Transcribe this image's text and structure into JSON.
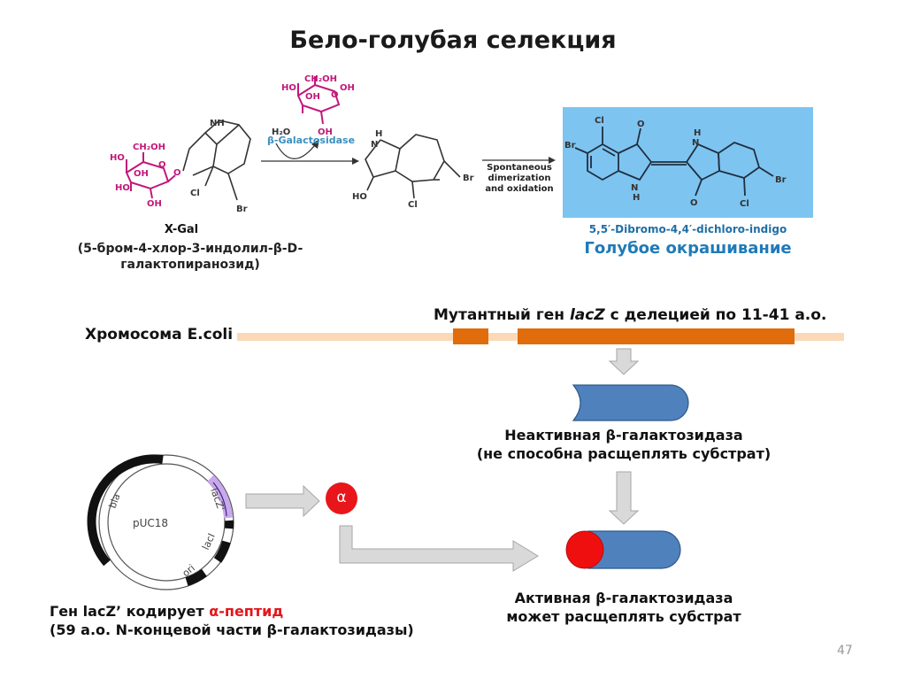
{
  "title": "Бело-голубая селекция",
  "reaction": {
    "substrate_name": "X-Gal",
    "substrate_fullname_line1": "(5-бром-4-хлор-3-индолил-β-D-",
    "substrate_fullname_line2": "галактопиранозид)",
    "water": "H₂O",
    "enzyme": "β-Galactosidase",
    "step2_line1": "Spontaneous",
    "step2_line2": "dimerization",
    "step2_line3": "and oxidation",
    "product_name": "5,5′-Dibromo-4,4′-dichloro-indigo",
    "product_color": "Голубое окрашивание",
    "atoms": {
      "NH": "NH",
      "H": "H",
      "N": "N",
      "Cl": "Cl",
      "Br": "Br",
      "HO": "HO",
      "OH": "OH",
      "O": "O",
      "CH2OH": "CH₂OH"
    }
  },
  "chromosome": {
    "label": "Хромосома E.coli",
    "mutant_gene_prefix": "Мутантный ген ",
    "mutant_gene_italic": "lacZ",
    "mutant_gene_suffix": " с делецией по 11-41 а.о."
  },
  "inactive": {
    "line1": "Неактивная β-галактозидаза",
    "line2": "(не способна расщеплять субстрат)"
  },
  "active": {
    "line1": "Активная β-галактозидаза",
    "line2": "может расщеплять субстрат"
  },
  "plasmid": {
    "name": "pUC18",
    "genes": [
      "bla",
      "lacZ'",
      "lacI",
      "ori"
    ]
  },
  "alpha": "α",
  "gene_text": {
    "line1_prefix": "Ген lacZ’ кодирует ",
    "line1_red": "α-пептид",
    "line2": "(59 а.о. N-концевой части β-галактозидазы)"
  },
  "page_number": "47",
  "colors": {
    "pink": "#c2177a",
    "enzyme_blue": "#3a8fc0",
    "product_box": "#7ec4f0",
    "chromosome_light": "#fbd9b8",
    "chromosome_gene": "#e06c0c",
    "protein_blue": "#4f81bd",
    "alpha_red": "#e8161b",
    "arrow_gray": "#d9d9d9",
    "plasmid_purple": "#c9a8f0"
  }
}
